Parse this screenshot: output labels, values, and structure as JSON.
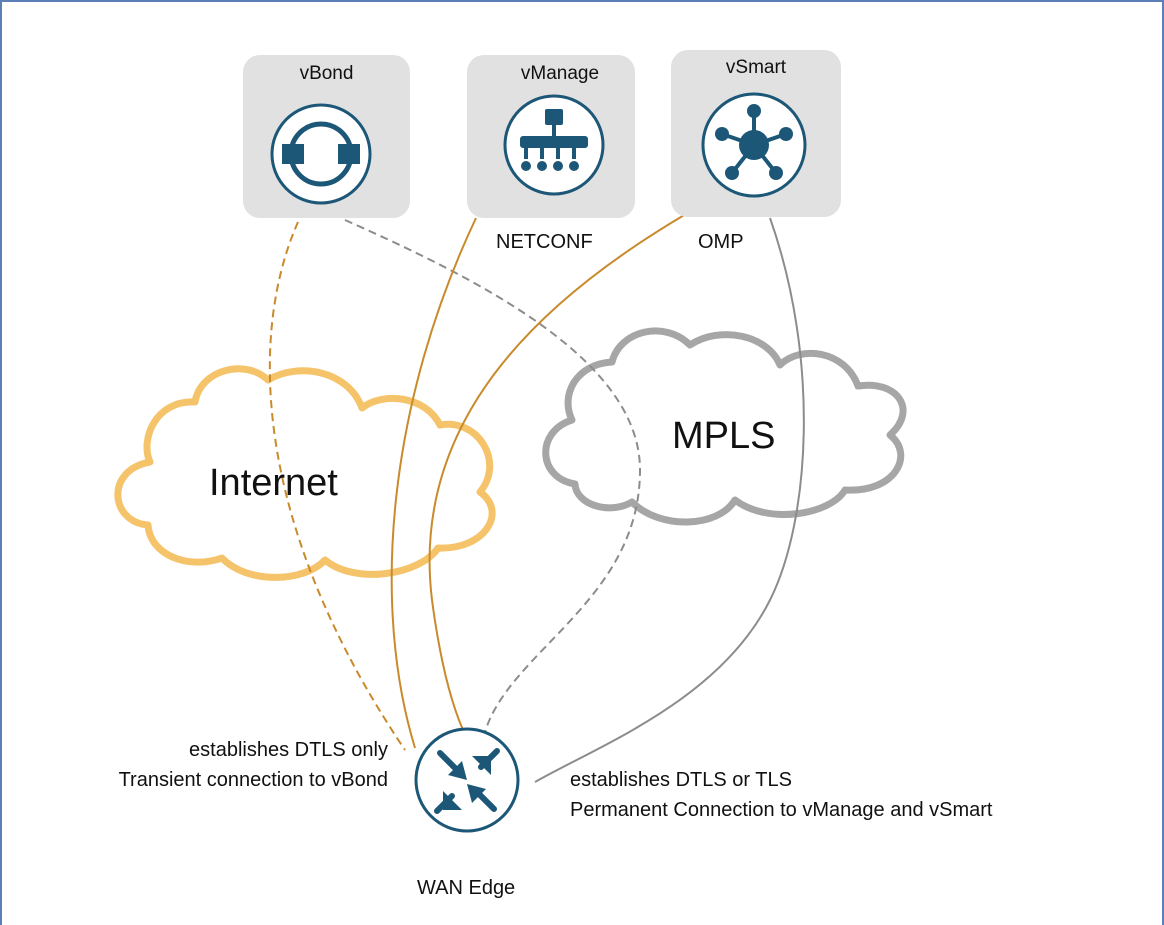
{
  "nodes": {
    "vbond": {
      "title": "vBond",
      "icon": "vbond-icon"
    },
    "vmanage": {
      "title": "vManage",
      "icon": "vmanage-icon"
    },
    "vsmart": {
      "title": "vSmart",
      "icon": "vsmart-icon"
    },
    "wan_edge": {
      "title": "WAN Edge",
      "icon": "router-icon"
    }
  },
  "protocols": {
    "netconf": "NETCONF",
    "omp": "OMP"
  },
  "clouds": {
    "internet": {
      "label": "Internet",
      "color": "#f5c46a"
    },
    "mpls": {
      "label": "MPLS",
      "color": "#a6a6a6"
    }
  },
  "notes": {
    "left": [
      "establishes DTLS only",
      "Transient connection to vBond"
    ],
    "right": [
      "establishes DTLS or TLS",
      "Permanent Connection to vManage and vSmart"
    ]
  },
  "colors": {
    "icon": "#1c5778",
    "controller_box": "#e1e1e1",
    "orange_link": "#c98a2b",
    "gray_link": "#8c8c8c",
    "frame": "#5b7fb6"
  }
}
